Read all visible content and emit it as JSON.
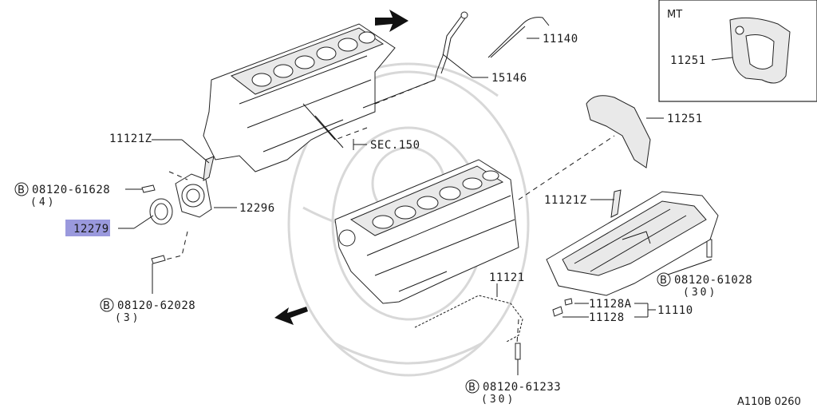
{
  "diagram": {
    "inset_title": "MT",
    "diagram_code": "A110B 0260",
    "labels": {
      "p11140": "11140",
      "p15146": "15146",
      "p11251_inset": "11251",
      "p11251": "11251",
      "p11121z_top": "11121Z",
      "sec150": "SEC.150",
      "bolt_61628": "08120-61628",
      "bolt_61628_qty": "(4)",
      "p12279": "12279",
      "p12296": "12296",
      "bolt_62028": "08120-62028",
      "bolt_62028_qty": "(3)",
      "p11121z_pan": "11121Z",
      "p11121": "11121",
      "bolt_61028": "08120-61028",
      "bolt_61028_qty": "(30)",
      "p11128a": "11128A",
      "p11128": "11128",
      "p11110": "11110",
      "bolt_61233": "08120-61233",
      "bolt_61233_qty": "(30)",
      "b_symbol": "B"
    },
    "colors": {
      "highlight": "#9a99dd",
      "ink": "#1a1a1a"
    }
  }
}
